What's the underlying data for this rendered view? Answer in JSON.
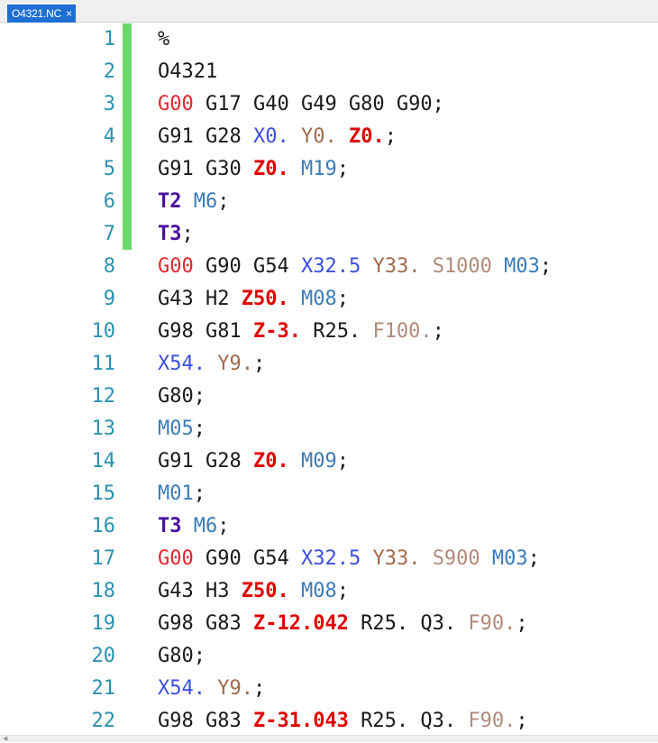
{
  "tab": {
    "label": "O4321.NC",
    "close": "×"
  },
  "editor": {
    "lines": [
      {
        "num": "1",
        "tokens": [
          {
            "t": "%",
            "c": "default"
          }
        ]
      },
      {
        "num": "2",
        "tokens": [
          {
            "t": "O4321",
            "c": "default"
          }
        ]
      },
      {
        "num": "3",
        "tokens": [
          {
            "t": "G00",
            "c": "gred"
          },
          {
            "t": " G17 G40 G49 G80 G90;",
            "c": "default"
          }
        ]
      },
      {
        "num": "4",
        "tokens": [
          {
            "t": "G91 G28 ",
            "c": "default"
          },
          {
            "t": "X0.",
            "c": "x"
          },
          {
            "t": " ",
            "c": "default"
          },
          {
            "t": "Y0.",
            "c": "y"
          },
          {
            "t": " ",
            "c": "default"
          },
          {
            "t": "Z0.",
            "c": "z"
          },
          {
            "t": ";",
            "c": "default"
          }
        ]
      },
      {
        "num": "5",
        "tokens": [
          {
            "t": "G91 G30 ",
            "c": "default"
          },
          {
            "t": "Z0.",
            "c": "z"
          },
          {
            "t": " ",
            "c": "default"
          },
          {
            "t": "M19",
            "c": "m"
          },
          {
            "t": ";",
            "c": "default"
          }
        ]
      },
      {
        "num": "6",
        "tokens": [
          {
            "t": "T2",
            "c": "t"
          },
          {
            "t": " ",
            "c": "default"
          },
          {
            "t": "M6",
            "c": "m"
          },
          {
            "t": ";",
            "c": "default"
          }
        ]
      },
      {
        "num": "7",
        "tokens": [
          {
            "t": "T3",
            "c": "t"
          },
          {
            "t": ";",
            "c": "default"
          }
        ]
      },
      {
        "num": "8",
        "tokens": [
          {
            "t": "G00",
            "c": "gred"
          },
          {
            "t": " G90 G54 ",
            "c": "default"
          },
          {
            "t": "X32.5",
            "c": "x"
          },
          {
            "t": " ",
            "c": "default"
          },
          {
            "t": "Y33.",
            "c": "y"
          },
          {
            "t": " ",
            "c": "default"
          },
          {
            "t": "S1000",
            "c": "s"
          },
          {
            "t": " ",
            "c": "default"
          },
          {
            "t": "M03",
            "c": "m"
          },
          {
            "t": ";",
            "c": "default"
          }
        ]
      },
      {
        "num": "9",
        "tokens": [
          {
            "t": "G43 H2 ",
            "c": "default"
          },
          {
            "t": "Z50.",
            "c": "z"
          },
          {
            "t": " ",
            "c": "default"
          },
          {
            "t": "M08",
            "c": "m"
          },
          {
            "t": ";",
            "c": "default"
          }
        ]
      },
      {
        "num": "10",
        "tokens": [
          {
            "t": "G98 G81 ",
            "c": "default"
          },
          {
            "t": "Z-3.",
            "c": "z"
          },
          {
            "t": " R25. ",
            "c": "default"
          },
          {
            "t": "F100.",
            "c": "f"
          },
          {
            "t": ";",
            "c": "default"
          }
        ]
      },
      {
        "num": "11",
        "tokens": [
          {
            "t": "X54.",
            "c": "x"
          },
          {
            "t": " ",
            "c": "default"
          },
          {
            "t": "Y9.",
            "c": "y"
          },
          {
            "t": ";",
            "c": "default"
          }
        ]
      },
      {
        "num": "12",
        "tokens": [
          {
            "t": "G80;",
            "c": "default"
          }
        ]
      },
      {
        "num": "13",
        "tokens": [
          {
            "t": "M05",
            "c": "m"
          },
          {
            "t": ";",
            "c": "default"
          }
        ]
      },
      {
        "num": "14",
        "tokens": [
          {
            "t": "G91 G28 ",
            "c": "default"
          },
          {
            "t": "Z0.",
            "c": "z"
          },
          {
            "t": " ",
            "c": "default"
          },
          {
            "t": "M09",
            "c": "m"
          },
          {
            "t": ";",
            "c": "default"
          }
        ]
      },
      {
        "num": "15",
        "tokens": [
          {
            "t": "M01",
            "c": "m"
          },
          {
            "t": ";",
            "c": "default"
          }
        ]
      },
      {
        "num": "16",
        "tokens": [
          {
            "t": "T3",
            "c": "t"
          },
          {
            "t": " ",
            "c": "default"
          },
          {
            "t": "M6",
            "c": "m"
          },
          {
            "t": ";",
            "c": "default"
          }
        ]
      },
      {
        "num": "17",
        "tokens": [
          {
            "t": "G00",
            "c": "gred"
          },
          {
            "t": " G90 G54 ",
            "c": "default"
          },
          {
            "t": "X32.5",
            "c": "x"
          },
          {
            "t": " ",
            "c": "default"
          },
          {
            "t": "Y33.",
            "c": "y"
          },
          {
            "t": " ",
            "c": "default"
          },
          {
            "t": "S900",
            "c": "s"
          },
          {
            "t": " ",
            "c": "default"
          },
          {
            "t": "M03",
            "c": "m"
          },
          {
            "t": ";",
            "c": "default"
          }
        ]
      },
      {
        "num": "18",
        "tokens": [
          {
            "t": "G43 H3 ",
            "c": "default"
          },
          {
            "t": "Z50.",
            "c": "z"
          },
          {
            "t": " ",
            "c": "default"
          },
          {
            "t": "M08",
            "c": "m"
          },
          {
            "t": ";",
            "c": "default"
          }
        ]
      },
      {
        "num": "19",
        "tokens": [
          {
            "t": "G98 G83 ",
            "c": "default"
          },
          {
            "t": "Z-12.042",
            "c": "z"
          },
          {
            "t": " R25. Q3. ",
            "c": "default"
          },
          {
            "t": "F90.",
            "c": "f"
          },
          {
            "t": ";",
            "c": "default"
          }
        ]
      },
      {
        "num": "20",
        "tokens": [
          {
            "t": "G80;",
            "c": "default"
          }
        ]
      },
      {
        "num": "21",
        "tokens": [
          {
            "t": "X54.",
            "c": "x"
          },
          {
            "t": " ",
            "c": "default"
          },
          {
            "t": "Y9.",
            "c": "y"
          },
          {
            "t": ";",
            "c": "default"
          }
        ]
      },
      {
        "num": "22",
        "tokens": [
          {
            "t": "G98 G83 ",
            "c": "default"
          },
          {
            "t": "Z-31.043",
            "c": "z"
          },
          {
            "t": " R25. Q3. ",
            "c": "default"
          },
          {
            "t": "F90.",
            "c": "f"
          },
          {
            "t": ";",
            "c": "default"
          }
        ]
      }
    ]
  },
  "colors": {
    "tab_active": "#1e6fd1",
    "line_number": "#2b91af",
    "change_marker": "#6ad86a",
    "g_rapid": "#e0282b",
    "x_word": "#3b4fe0",
    "y_word": "#a16b4c",
    "z_word": "#e00000",
    "tool_word": "#4b0f9e",
    "m_word": "#3a7cb8",
    "feed_speed": "#b08a7a"
  }
}
